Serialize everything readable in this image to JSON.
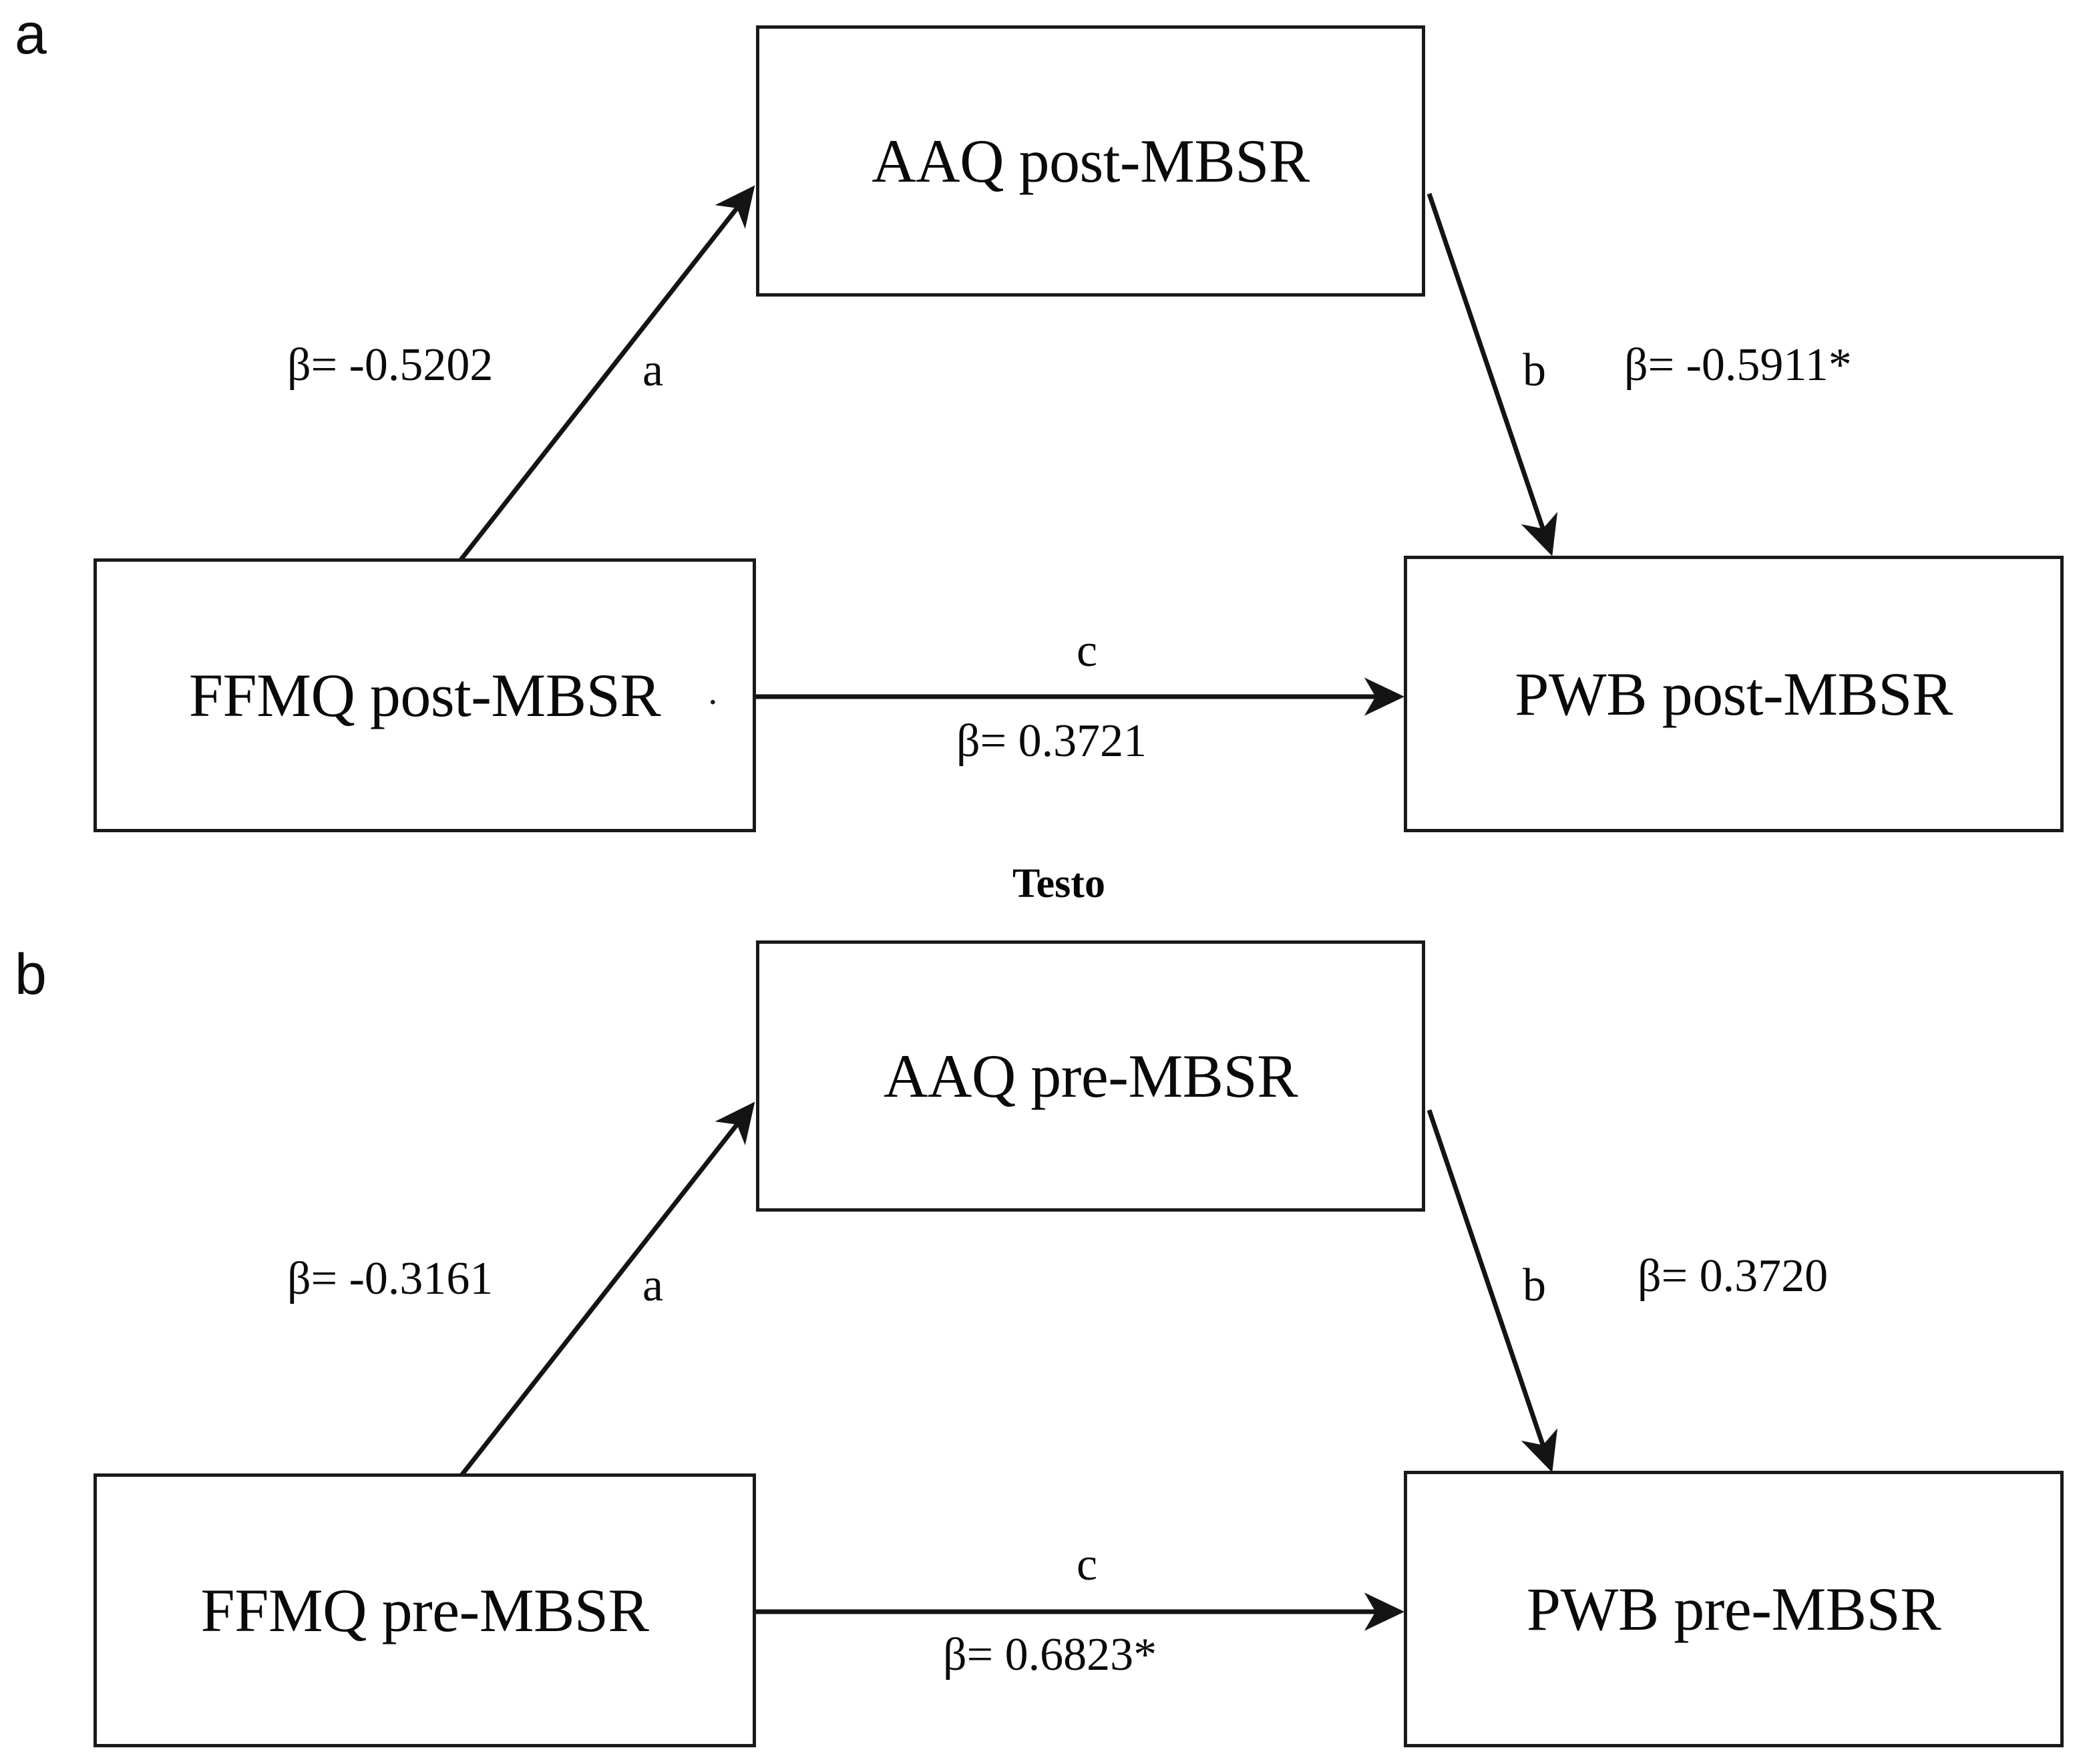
{
  "figure": {
    "type": "mediation-path-diagram",
    "center_caption": "Testo",
    "panels": [
      {
        "letter": "a",
        "nodes": {
          "mediator": "AAQ post-MBSR",
          "predictor": "FFMQ post-MBSR",
          "outcome": "PWB post-MBSR"
        },
        "paths": [
          {
            "letter": "a",
            "coefficient": "β= -0.5202",
            "from": "FFMQ post-MBSR",
            "to": "AAQ post-MBSR"
          },
          {
            "letter": "b",
            "coefficient": "β= -0.5911*",
            "from": "AAQ post-MBSR",
            "to": "PWB post-MBSR"
          },
          {
            "letter": "c",
            "coefficient": "β= 0.3721",
            "from": "FFMQ post-MBSR",
            "to": "PWB post-MBSR"
          }
        ]
      },
      {
        "letter": "b",
        "nodes": {
          "mediator": "AAQ pre-MBSR",
          "predictor": "FFMQ pre-MBSR",
          "outcome": "PWB pre-MBSR"
        },
        "paths": [
          {
            "letter": "a",
            "coefficient": "β= -0.3161",
            "from": "FFMQ pre-MBSR",
            "to": "AAQ pre-MBSR"
          },
          {
            "letter": "b",
            "coefficient": "β= 0.3720",
            "from": "AAQ pre-MBSR",
            "to": "PWB pre-MBSR"
          },
          {
            "letter": "c",
            "coefficient": "β= 0.6823*",
            "from": "FFMQ pre-MBSR",
            "to": "PWB pre-MBSR"
          }
        ]
      }
    ],
    "stray_mark": "·",
    "colors": {
      "stroke": "#1a1a1a",
      "text": "#0a0a0a",
      "background": "#ffffff"
    }
  }
}
